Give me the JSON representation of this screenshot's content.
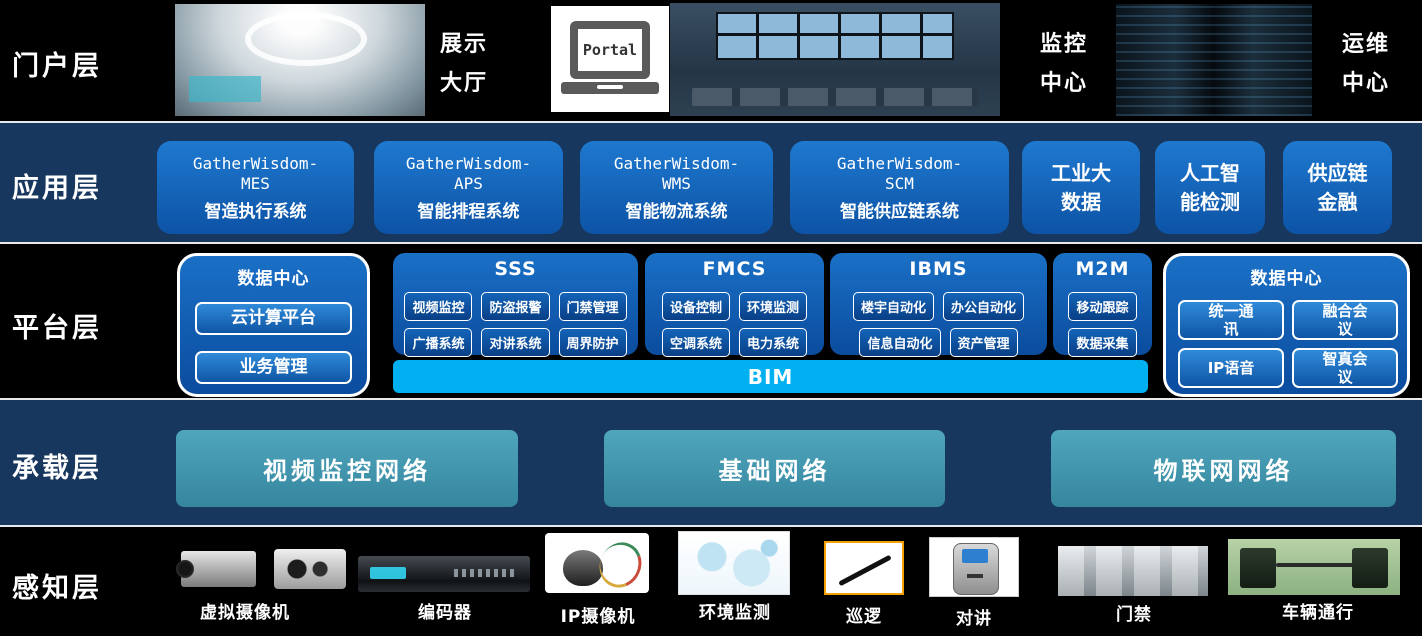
{
  "layers": {
    "portal": "门户层",
    "application": "应用层",
    "platform": "平台层",
    "carrier": "承载层",
    "perception": "感知层"
  },
  "portal_row": {
    "exhibition_caption": "展示\n大厅",
    "portal_label": "Portal",
    "monitoring_caption": "监控\n中心",
    "operations_caption": "运维\n中心"
  },
  "application_row": {
    "systems": [
      {
        "name": "GatherWisdom-\nMES",
        "desc": "智造执行系统"
      },
      {
        "name": "GatherWisdom-\nAPS",
        "desc": "智能排程系统"
      },
      {
        "name": "GatherWisdom-\nWMS",
        "desc": "智能物流系统"
      },
      {
        "name": "GatherWisdom-\nSCM",
        "desc": "智能供应链系统"
      }
    ],
    "extras": [
      "工业大\n数据",
      "人工智\n能检测",
      "供应链\n金融"
    ]
  },
  "platform_row": {
    "data_center_left": {
      "title": "数据中心",
      "buttons": [
        "云计算平台",
        "业务管理"
      ]
    },
    "groups": [
      {
        "name": "SSS",
        "rows": [
          [
            "视频监控",
            "防盗报警",
            "门禁管理"
          ],
          [
            "广播系统",
            "对讲系统",
            "周界防护"
          ]
        ]
      },
      {
        "name": "FMCS",
        "rows": [
          [
            "设备控制",
            "环境监测"
          ],
          [
            "空调系统",
            "电力系统"
          ]
        ]
      },
      {
        "name": "IBMS",
        "rows": [
          [
            "楼宇自动化",
            "办公自动化"
          ],
          [
            "信息自动化",
            "资产管理"
          ]
        ]
      },
      {
        "name": "M2M",
        "rows": [
          [
            "移动跟踪"
          ],
          [
            "数据采集"
          ]
        ]
      }
    ],
    "bim_label": "BIM",
    "data_center_right": {
      "title": "数据中心",
      "buttons": [
        "统一通\n讯",
        "融合会\n议",
        "IP语音",
        "智真会\n议"
      ]
    }
  },
  "carrier_row": {
    "networks": [
      "视频监控网络",
      "基础网络",
      "物联网网络"
    ]
  },
  "perception_row": {
    "devices": [
      "虚拟摄像机",
      "编码器",
      "IP摄像机",
      "环境监测",
      "巡逻",
      "对讲",
      "门禁",
      "车辆通行"
    ]
  },
  "colors": {
    "app_button_blue": "#1468be",
    "chip_blue": "#0c4e9e",
    "bim_cyan": "#00b0f0",
    "network_teal": "#3f97ae",
    "band_navy": "#17375e"
  }
}
